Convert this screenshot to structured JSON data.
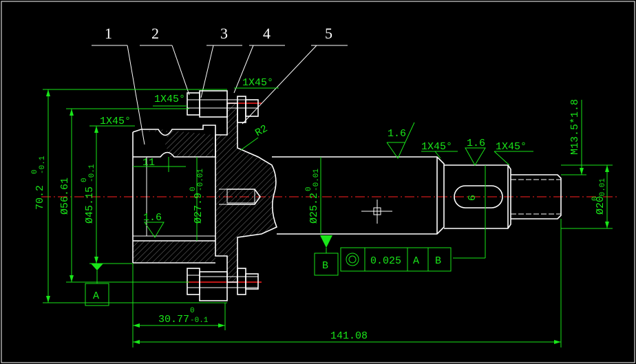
{
  "colors": {
    "background": "#000000",
    "outline": "#ffffff",
    "dimension": "#19e619",
    "centerline": "#ff2020"
  },
  "part_numbers": [
    "1",
    "2",
    "3",
    "4",
    "5"
  ],
  "chamfers": {
    "c1": "1X45°",
    "c2": "1X45°",
    "c3": "1X45°",
    "c4": "1X45°",
    "c5": "1X45°"
  },
  "radius": "R2",
  "roughness": {
    "r1": "1.6",
    "r2": "1.6",
    "r3": "1.6"
  },
  "dimensions": {
    "d_11": "11",
    "d_70": "70.2",
    "d_70_tol_up": "0",
    "d_70_tol_low": "-0.1",
    "d_56": "Ø56.61",
    "d_45": "Ø45.15",
    "d_45_tol_up": "0",
    "d_45_tol_low": "-0.1",
    "d_27": "Ø27.9",
    "d_27_tol_up": "0",
    "d_27_tol_low": "-0.01",
    "d_25": "Ø25.2",
    "d_25_tol_up": "0",
    "d_25_tol_low": "-0.01",
    "d_20": "Ø20",
    "d_20_tol_up": "0",
    "d_20_tol_low": "-0.01",
    "d_6": "6",
    "thread": "M13.5*1.8",
    "d_30": "30.77",
    "d_30_tol_up": "0",
    "d_30_tol_low": "-0.1",
    "d_141": "141.08"
  },
  "datums": {
    "a": "A",
    "b": "B"
  },
  "tolerance_frame": {
    "symbol": "concentricity-icon",
    "value": "0.025",
    "ref1": "A",
    "ref2": "B"
  }
}
